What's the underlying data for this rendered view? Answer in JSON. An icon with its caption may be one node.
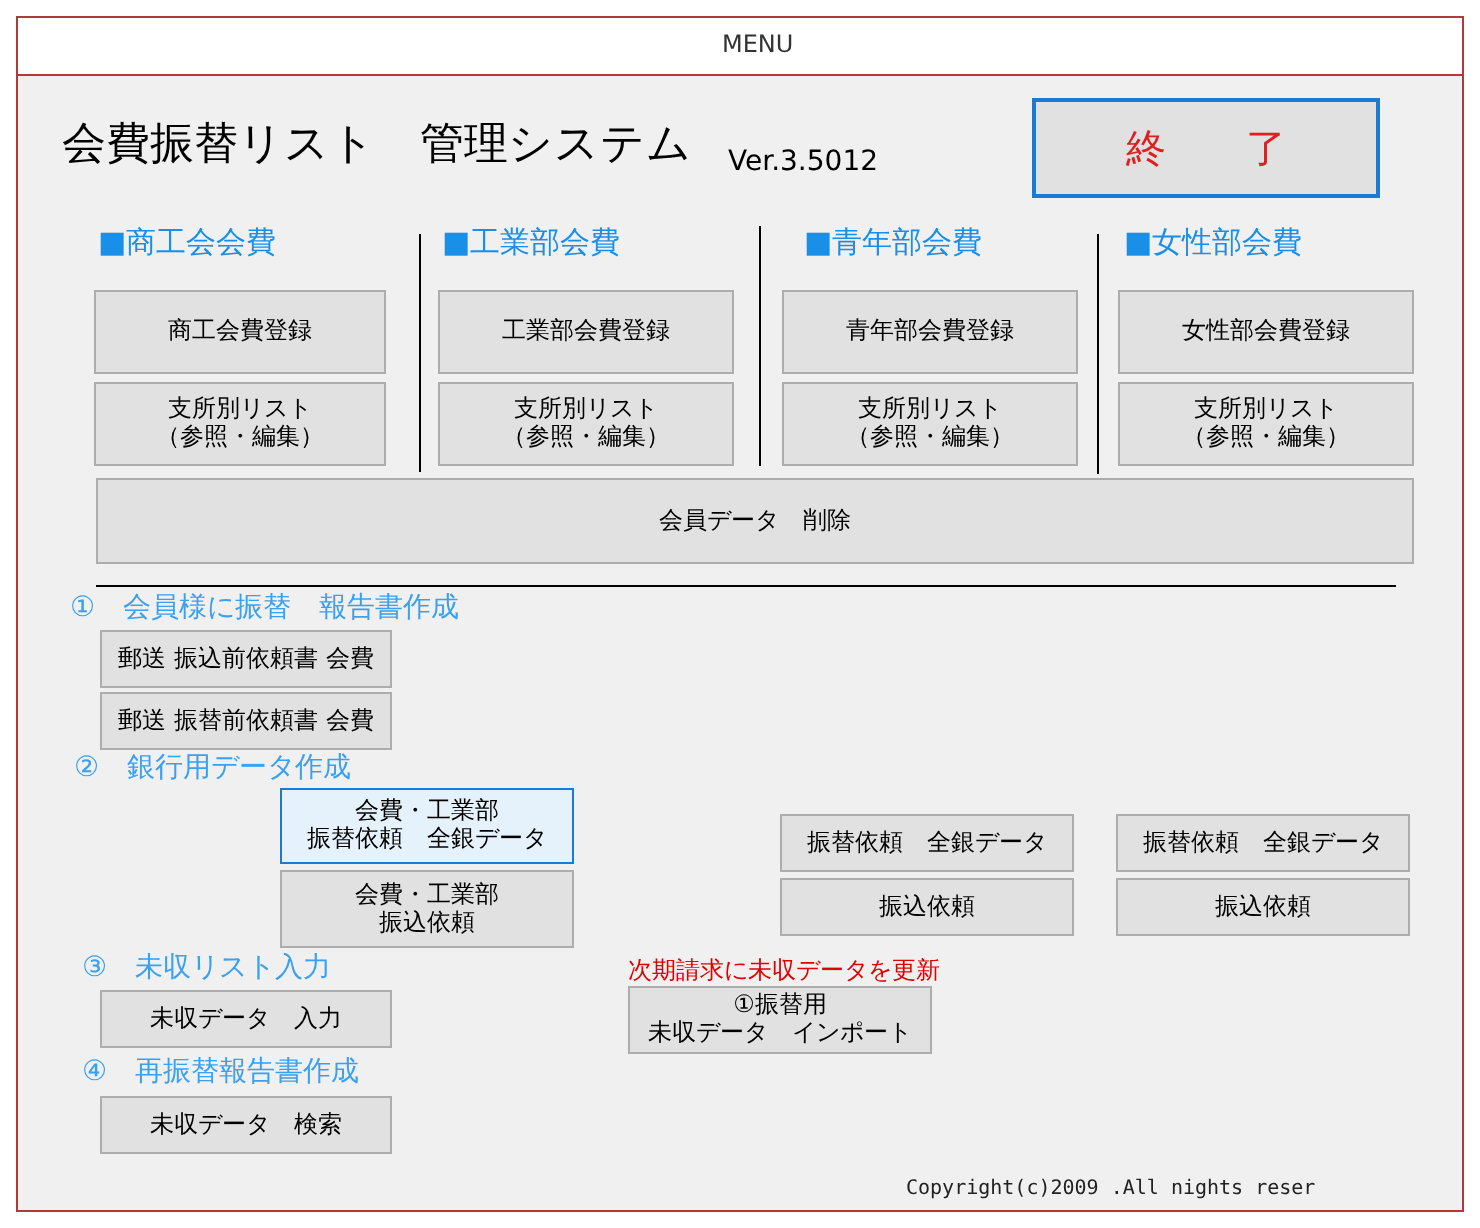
{
  "diagram": {
    "nodes": [
      {
        "text": [
          "終　　了"
        ]
      },
      {
        "text": [
          "商工会費登録"
        ]
      },
      {
        "text": [
          "支所別リスト（参照・編集）"
        ]
      },
      {
        "text": [
          "工業部会費登録"
        ]
      },
      {
        "text": [
          "支所別リスト（参照・編集）"
        ]
      },
      {
        "text": [
          "青年部会費登録"
        ]
      },
      {
        "text": [
          "支所別リスト（参照・編集）"
        ]
      },
      {
        "text": [
          "女性部会費登録"
        ]
      },
      {
        "text": [
          "支所別リスト（参照・編集）"
        ]
      },
      {
        "text": [
          "会員データ　削除"
        ]
      },
      {
        "text": [
          "郵送 振込前依頼書 会費"
        ]
      },
      {
        "text": [
          "郵送 振替前依頼書 会費"
        ]
      },
      {
        "text": [
          "会費・工業部振替依頼　全銀データ"
        ]
      },
      {
        "text": [
          "会費・工業部振込依頼"
        ]
      },
      {
        "text": [
          "振替依頼　全銀データ"
        ]
      },
      {
        "text": [
          "振込依頼"
        ]
      },
      {
        "text": [
          "振替依頼　全銀データ"
        ]
      },
      {
        "text": [
          "振込依頼"
        ]
      },
      {
        "text": [
          "①振替用未収データ　インポート"
        ]
      },
      {
        "text": [
          "未収データ　入力"
        ]
      },
      {
        "text": [
          "未収データ　検索"
        ]
      }
    ],
    "labels": [
      "MENU",
      "会費振替リスト　管理システム",
      "Ver.3.5012",
      "■商工会会費",
      "■工業部会費",
      "■青年部会費",
      "■女性部会費",
      "①　会員様に振替　報告書作成",
      "②　銀行用データ作成",
      "③　未収リスト入力",
      "次期請求に未収データを更新",
      "④　再振替報告書作成",
      "Copyright(c)2009 .All nights reser"
    ]
  }
}
